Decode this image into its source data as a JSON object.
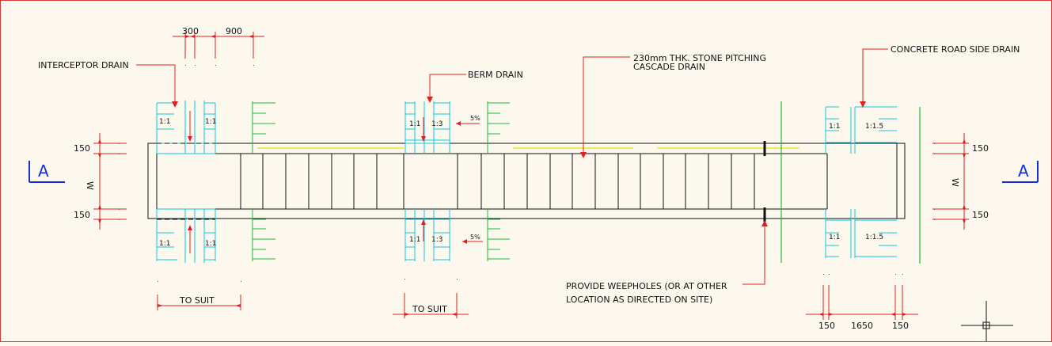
{
  "labels": {
    "interceptor_drain": "INTERCEPTOR DRAIN",
    "berm_drain": "BERM DRAIN",
    "cascade_line1": "230mm THK. STONE PITCHING",
    "cascade_line2": "CASCADE DRAIN",
    "road_side_drain": "CONCRETE ROAD SIDE DRAIN",
    "weepholes_line1": "PROVIDE WEEPHOLES (OR AT OTHER",
    "weepholes_line2": "LOCATION AS DIRECTED ON SITE)"
  },
  "dimensions": {
    "top_left": "300",
    "top_right": "900",
    "left_top": "150",
    "left_bottom": "150",
    "left_w": "W",
    "right_top": "150",
    "right_bottom": "150",
    "right_w": "W",
    "to_suit_1": "TO SUIT",
    "to_suit_2": "TO SUIT",
    "bottom_left": "150",
    "bottom_mid": "1650",
    "bottom_right": "150"
  },
  "slopes": {
    "interceptor_top_left": "1:1",
    "interceptor_top_right": "1:1",
    "interceptor_bot_left": "1:1",
    "interceptor_bot_right": "1:1",
    "berm_top_left": "1:1",
    "berm_top_right": "1:3",
    "berm_bot_left": "1:1",
    "berm_bot_right": "1:3",
    "berm_top_pct": "5%",
    "berm_bot_pct": "5%",
    "road_top_left": "1:1",
    "road_top_right": "1:1.5",
    "road_bot_left": "1:1",
    "road_bot_right": "1:1.5"
  },
  "section_marks": {
    "left": "A",
    "right": "A"
  },
  "colors": {
    "background": "#fdf8ee",
    "annotation_red": "#e02020",
    "cyan": "#12c8e0",
    "green": "#1fb83a",
    "yellow": "#e8e000",
    "outline": "#111111",
    "section_blue": "#1530d6"
  }
}
